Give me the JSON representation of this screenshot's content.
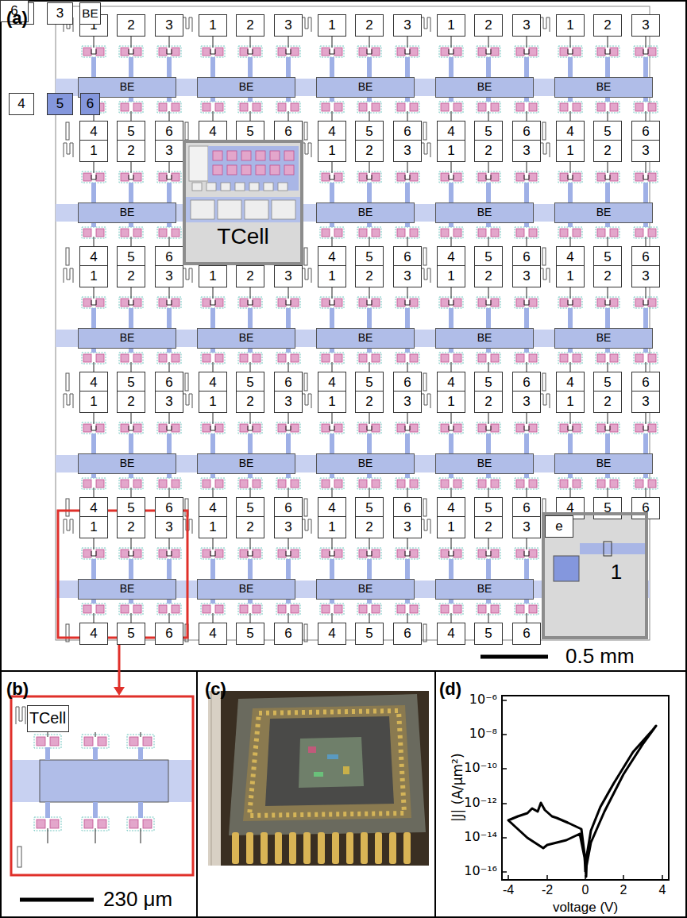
{
  "diagram": {
    "nodes": [
      {
        "text": [
          "1"
        ]
      },
      {
        "text": [
          "2"
        ]
      },
      {
        "text": [
          "3"
        ]
      },
      {
        "text": [
          "BE"
        ]
      },
      {
        "text": [
          "4"
        ]
      },
      {
        "text": [
          "5"
        ]
      },
      {
        "text": [
          "6"
        ]
      },
      {
        "text": [
          "1"
        ]
      },
      {
        "text": [
          "2"
        ]
      },
      {
        "text": [
          "3"
        ]
      },
      {
        "text": [
          "BE"
        ]
      },
      {
        "text": [
          "4"
        ]
      },
      {
        "text": [
          "5"
        ]
      },
      {
        "text": [
          "6"
        ]
      },
      {
        "text": [
          "1"
        ]
      },
      {
        "text": [
          "2"
        ]
      },
      {
        "text": [
          "3"
        ]
      },
      {
        "text": [
          "BE"
        ]
      },
      {
        "text": [
          "4"
        ]
      },
      {
        "text": [
          "5"
        ]
      },
      {
        "text": [
          "6"
        ]
      },
      {
        "text": [
          "1"
        ]
      },
      {
        "text": [
          "2"
        ]
      },
      {
        "text": [
          "3"
        ]
      },
      {
        "text": [
          "BE"
        ]
      },
      {
        "text": [
          "4"
        ]
      },
      {
        "text": [
          "5"
        ]
      },
      {
        "text": [
          "6"
        ]
      },
      {
        "text": [
          "1"
        ]
      },
      {
        "text": [
          "2"
        ]
      },
      {
        "text": [
          "3"
        ]
      },
      {
        "text": [
          "BE"
        ]
      },
      {
        "text": [
          "4"
        ]
      },
      {
        "text": [
          "5"
        ]
      },
      {
        "text": [
          "6"
        ]
      },
      {
        "text": [
          "1"
        ]
      },
      {
        "text": [
          "2"
        ]
      },
      {
        "text": [
          "3"
        ]
      },
      {
        "text": [
          "BE"
        ]
      },
      {
        "text": [
          "4"
        ]
      },
      {
        "text": [
          "5"
        ]
      },
      {
        "text": [
          "6"
        ]
      },
      {
        "text": [
          "TCell"
        ]
      },
      {
        "text": [
          "1"
        ]
      },
      {
        "text": [
          "2"
        ]
      },
      {
        "text": [
          "3"
        ]
      },
      {
        "text": [
          "BE"
        ]
      },
      {
        "text": [
          "4"
        ]
      },
      {
        "text": [
          "5"
        ]
      },
      {
        "text": [
          "6"
        ]
      },
      {
        "text": [
          "1"
        ]
      },
      {
        "text": [
          "2"
        ]
      },
      {
        "text": [
          "3"
        ]
      },
      {
        "text": [
          "BE"
        ]
      },
      {
        "text": [
          "4"
        ]
      },
      {
        "text": [
          "5"
        ]
      },
      {
        "text": [
          "6"
        ]
      },
      {
        "text": [
          "1"
        ]
      },
      {
        "text": [
          "2"
        ]
      },
      {
        "text": [
          "3"
        ]
      },
      {
        "text": [
          "BE"
        ]
      },
      {
        "text": [
          "4"
        ]
      },
      {
        "text": [
          "5"
        ]
      },
      {
        "text": [
          "6"
        ]
      },
      {
        "text": [
          "1"
        ]
      },
      {
        "text": [
          "2"
        ]
      },
      {
        "text": [
          "3"
        ]
      },
      {
        "text": [
          "BE"
        ]
      },
      {
        "text": [
          "4"
        ]
      },
      {
        "text": [
          "5"
        ]
      },
      {
        "text": [
          "6"
        ]
      },
      {
        "text": [
          "1"
        ]
      },
      {
        "text": [
          "2"
        ]
      },
      {
        "text": [
          "3"
        ]
      },
      {
        "text": [
          "BE"
        ]
      },
      {
        "text": [
          "4"
        ]
      },
      {
        "text": [
          "5"
        ]
      },
      {
        "text": [
          "6"
        ]
      },
      {
        "text": [
          "1"
        ]
      },
      {
        "text": [
          "2"
        ]
      },
      {
        "text": [
          "3"
        ]
      },
      {
        "text": [
          "BE"
        ]
      },
      {
        "text": [
          "4"
        ]
      },
      {
        "text": [
          "5"
        ]
      },
      {
        "text": [
          "6"
        ]
      },
      {
        "text": [
          "1"
        ]
      },
      {
        "text": [
          "2"
        ]
      },
      {
        "text": [
          "3"
        ]
      },
      {
        "text": [
          "BE"
        ]
      },
      {
        "text": [
          "4"
        ]
      },
      {
        "text": [
          "5"
        ]
      },
      {
        "text": [
          "6"
        ]
      },
      {
        "text": [
          "1"
        ]
      },
      {
        "text": [
          "2"
        ]
      },
      {
        "text": [
          "3"
        ]
      },
      {
        "text": [
          "BE"
        ]
      },
      {
        "text": [
          "4"
        ]
      },
      {
        "text": [
          "5"
        ]
      },
      {
        "text": [
          "6"
        ]
      },
      {
        "text": [
          "1"
        ]
      },
      {
        "text": [
          "2"
        ]
      },
      {
        "text": [
          "3"
        ]
      },
      {
        "text": [
          "BE"
        ]
      },
      {
        "text": [
          "4"
        ]
      },
      {
        "text": [
          "5"
        ]
      },
      {
        "text": [
          "6"
        ]
      },
      {
        "text": [
          "1"
        ]
      },
      {
        "text": [
          "2"
        ]
      },
      {
        "text": [
          "3"
        ]
      },
      {
        "text": [
          "BE"
        ]
      },
      {
        "text": [
          "4"
        ]
      },
      {
        "text": [
          "5"
        ]
      },
      {
        "text": [
          "6"
        ]
      },
      {
        "text": [
          "1"
        ]
      },
      {
        "text": [
          "2"
        ]
      },
      {
        "text": [
          "3"
        ]
      },
      {
        "text": [
          "BE"
        ]
      },
      {
        "text": [
          "4"
        ]
      },
      {
        "text": [
          "5"
        ]
      },
      {
        "text": [
          "6"
        ]
      },
      {
        "text": [
          "1"
        ]
      },
      {
        "text": [
          "2"
        ]
      },
      {
        "text": [
          "3"
        ]
      },
      {
        "text": [
          "BE"
        ]
      },
      {
        "text": [
          "4"
        ]
      },
      {
        "text": [
          "5"
        ]
      },
      {
        "text": [
          "6"
        ]
      },
      {
        "text": [
          "1"
        ]
      },
      {
        "text": [
          "2"
        ]
      },
      {
        "text": [
          "3"
        ]
      },
      {
        "text": [
          "BE"
        ]
      },
      {
        "text": [
          "4"
        ]
      },
      {
        "text": [
          "5"
        ]
      },
      {
        "text": [
          "6"
        ]
      },
      {
        "text": [
          "1"
        ]
      },
      {
        "text": [
          "2"
        ]
      },
      {
        "text": [
          "3"
        ]
      },
      {
        "text": [
          "BE"
        ]
      },
      {
        "text": [
          "4"
        ]
      },
      {
        "text": [
          "5"
        ]
      },
      {
        "text": [
          "6"
        ]
      },
      {
        "text": [
          "1"
        ]
      },
      {
        "text": [
          "2"
        ]
      },
      {
        "text": [
          "3"
        ]
      },
      {
        "text": [
          "BE"
        ]
      },
      {
        "text": [
          "4"
        ]
      },
      {
        "text": [
          "5"
        ]
      },
      {
        "text": [
          "6"
        ]
      },
      {
        "text": [
          "1"
        ]
      },
      {
        "text": [
          "2"
        ]
      },
      {
        "text": [
          "3"
        ]
      },
      {
        "text": [
          "BE"
        ]
      },
      {
        "text": [
          "4"
        ]
      },
      {
        "text": [
          "5"
        ]
      },
      {
        "text": [
          "6"
        ]
      },
      {
        "text": [
          "1"
        ]
      },
      {
        "text": [
          "2"
        ]
      },
      {
        "text": [
          "3"
        ]
      },
      {
        "text": [
          "BE"
        ]
      },
      {
        "text": [
          "4"
        ]
      },
      {
        "text": [
          "5"
        ]
      },
      {
        "text": [
          "6"
        ]
      },
      {
        "text": [
          "1"
        ]
      },
      {
        "text": [
          "2"
        ]
      },
      {
        "text": [
          "3"
        ]
      },
      {
        "text": [
          "BE"
        ]
      },
      {
        "text": [
          "4"
        ]
      },
      {
        "text": [
          "5"
        ]
      },
      {
        "text": [
          "6"
        ]
      },
      {
        "text": [
          "TCell"
        ]
      },
      {
        "text": [
          "a"
        ],
        "in": 162
      },
      {
        "text": [
          "c"
        ],
        "in": 162
      },
      {
        "text": [
          "d"
        ],
        "in": 162
      },
      {
        "text": [
          "b"
        ],
        "in": 162
      },
      {
        "text": [
          "e"
        ],
        "in": 162
      },
      {
        "text": [
          "e"
        ],
        "in": 162
      },
      {
        "text": [
          "1"
        ]
      },
      {
        "text": [
          "2"
        ]
      },
      {
        "text": [
          "3"
        ]
      },
      {
        "text": [
          "4"
        ]
      },
      {
        "text": [
          "5"
        ]
      },
      {
        "text": [
          "6"
        ]
      }
    ],
    "labels": [
      "(a)",
      "0.5 mm",
      "(b)",
      "230 μm",
      "(c)",
      "(d)",
      "10⁻⁶",
      "10⁻⁸",
      "10⁻¹⁰",
      "10⁻¹²",
      "10⁻¹⁴",
      "10⁻¹⁶",
      "-4",
      "-2",
      "0",
      "2",
      "4",
      "voltage (V)",
      "|J| (A/μm²)"
    ]
  }
}
